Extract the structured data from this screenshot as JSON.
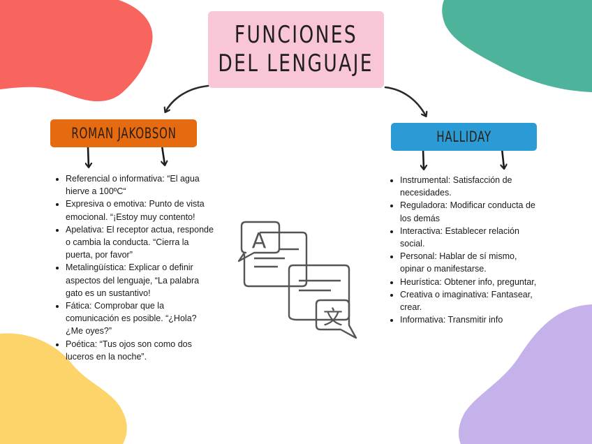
{
  "title": {
    "line1": "FUNCIONES",
    "line2": "DEL LENGUAJE"
  },
  "left": {
    "label": "ROMAN JAKOBSON",
    "items": [
      "Referencial o informativa: “El agua hierve a 100ºC“",
      "Expresiva o emotiva: Punto de vista emocional. “¡Estoy muy contento!",
      "Apelativa: El receptor actua, responde o cambia la conducta. “Cierra la puerta, por favor”",
      "Metalingüística: Explicar o definir aspectos del lenguaje, “La palabra gato es un sustantivo!",
      "Fática: Comprobar que la comunicación es posible. “¿Hola? ¿Me oyes?”",
      "Poética: “Tus ojos son como dos luceros en la noche”."
    ]
  },
  "right": {
    "label": "HALLIDAY",
    "items": [
      "Instrumental: Satisfacción de necesidades.",
      "Reguladora: Modificar conducta de los demás",
      "Interactiva: Establecer relación social.",
      "Personal: Hablar de sí mismo, opinar o manifestarse.",
      "Heurística: Obtener info, preguntar,",
      "Creativa o imaginativa: Fantasear, crear.",
      "Informativa: Transmitir info"
    ]
  },
  "icon": {
    "name": "translate-icon",
    "glyph_a": "A",
    "glyph_b": "文"
  },
  "colors": {
    "title_bg": "#f8c6d6",
    "left_label_bg": "#e66a10",
    "right_label_bg": "#2b9bd6",
    "blob_red": "#f8645e",
    "blob_teal": "#4db39b",
    "blob_yellow": "#fcd46a",
    "blob_purple": "#c5b2ea"
  }
}
